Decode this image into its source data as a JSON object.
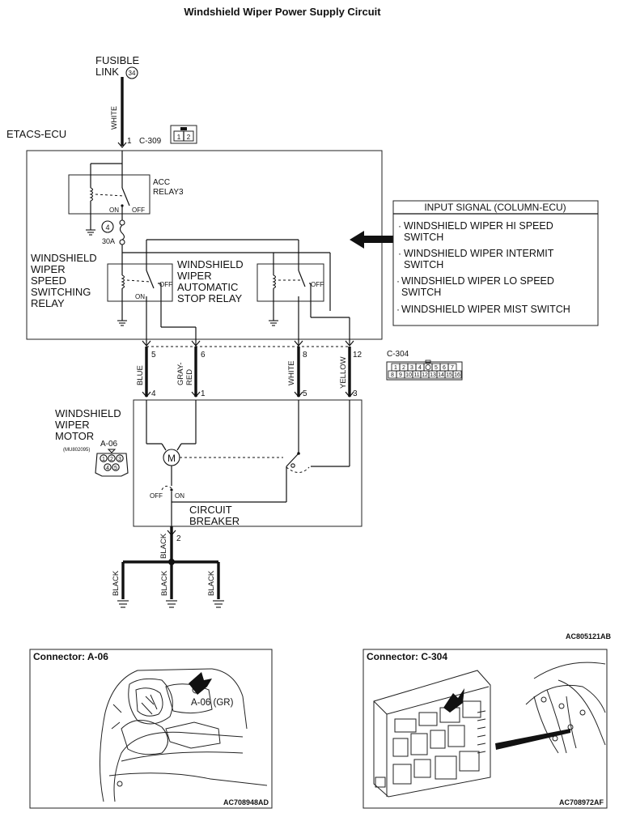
{
  "title": "Windshield Wiper Power Supply Circuit",
  "fusible_link": {
    "line1": "FUSIBLE",
    "line2": "LINK",
    "number": "34"
  },
  "etacs": {
    "label": "ETACS-ECU",
    "pin": "1",
    "connector": "C-309"
  },
  "connector_c309_icon": {
    "pin1": "1",
    "pin2": "2"
  },
  "acc_relay": {
    "line1": "ACC",
    "line2": "RELAY3",
    "on": "ON",
    "off": "OFF"
  },
  "fuse": {
    "number": "4",
    "rating": "30A"
  },
  "speed_relay": {
    "lines": [
      "WINDSHIELD",
      "WIPER",
      "SPEED",
      "SWITCHING",
      "RELAY"
    ],
    "on": "ON",
    "off": "OFF"
  },
  "auto_stop_relay": {
    "lines": [
      "WINDSHIELD",
      "WIPER",
      "AUTOMATIC",
      "STOP RELAY"
    ],
    "off": "OFF"
  },
  "input_signal": {
    "header": "INPUT SIGNAL (COLUMN-ECU)",
    "items": [
      [
        "WINDSHIELD WIPER HI SPEED",
        "SWITCH"
      ],
      [
        "WINDSHIELD WIPER INTERMIT",
        "SWITCH"
      ],
      [
        "WINDSHIELD WIPER LO SPEED",
        "SWITCH"
      ],
      [
        "WINDSHIELD WIPER MIST SWITCH"
      ]
    ]
  },
  "wires": {
    "white_top": "WHITE",
    "blue": "BLUE",
    "gray_red_1": "GRAY-",
    "gray_red_2": "RED",
    "white": "WHITE",
    "yellow": "YELLOW",
    "black_main": "BLACK",
    "black_left": "BLACK",
    "black_mid": "BLACK",
    "black_right": "BLACK"
  },
  "ecu_pins": {
    "p5": "5",
    "p6": "6",
    "p8": "8",
    "p12": "12"
  },
  "motor_pins": {
    "p4": "4",
    "p1": "1",
    "p5": "5",
    "p3": "3",
    "p2": "2"
  },
  "c304": {
    "label": "C-304",
    "row1": [
      "1",
      "2",
      "3",
      "4",
      "",
      "5",
      "6",
      "7"
    ],
    "row2": [
      "8",
      "9",
      "10",
      "11",
      "12",
      "13",
      "14",
      "15",
      "16"
    ]
  },
  "motor": {
    "lines": [
      "WINDSHIELD",
      "WIPER",
      "MOTOR"
    ],
    "symbol": "M",
    "connector": "A-06",
    "part": "(MU802095)",
    "pins": [
      "1",
      "2",
      "3",
      "4",
      "5"
    ]
  },
  "breaker": {
    "line1": "CIRCUIT",
    "line2": "BREAKER",
    "off": "OFF",
    "on": "ON"
  },
  "diagram_code": "AC805121AB",
  "panel_a06": {
    "title": "Connector: A-06",
    "callout": "A-06 (GR)",
    "code": "AC708948AD"
  },
  "panel_c304": {
    "title": "Connector: C-304",
    "code": "AC708972AF"
  }
}
